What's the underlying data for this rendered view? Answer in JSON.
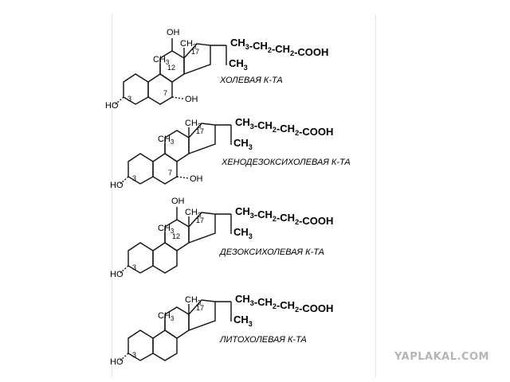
{
  "side_chain_main": "CH",
  "sub3": "3",
  "sub2": "2",
  "dash": "-",
  "side_chain_end": "COOH",
  "methyl": "CH",
  "methyl_sub": "3",
  "ring_methyl": "CH",
  "ring_methyl_sub": "3",
  "ring_methyl_left": "CH",
  "oh": "OH",
  "ho": "HO",
  "pos3": "3",
  "pos7": "7",
  "pos12": "12",
  "pos17": "17",
  "acids": [
    {
      "name": "ХОЛЕВАЯ К-ТА"
    },
    {
      "name": "ХЕНОДЕЗОКСИХОЛЕВАЯ К-ТА"
    },
    {
      "name": "ДЕЗОКСИХОЛЕВАЯ К-ТА"
    },
    {
      "name": "ЛИТОХОЛЕВАЯ К-ТА"
    }
  ],
  "watermark": "YAPLAKAL.COM"
}
